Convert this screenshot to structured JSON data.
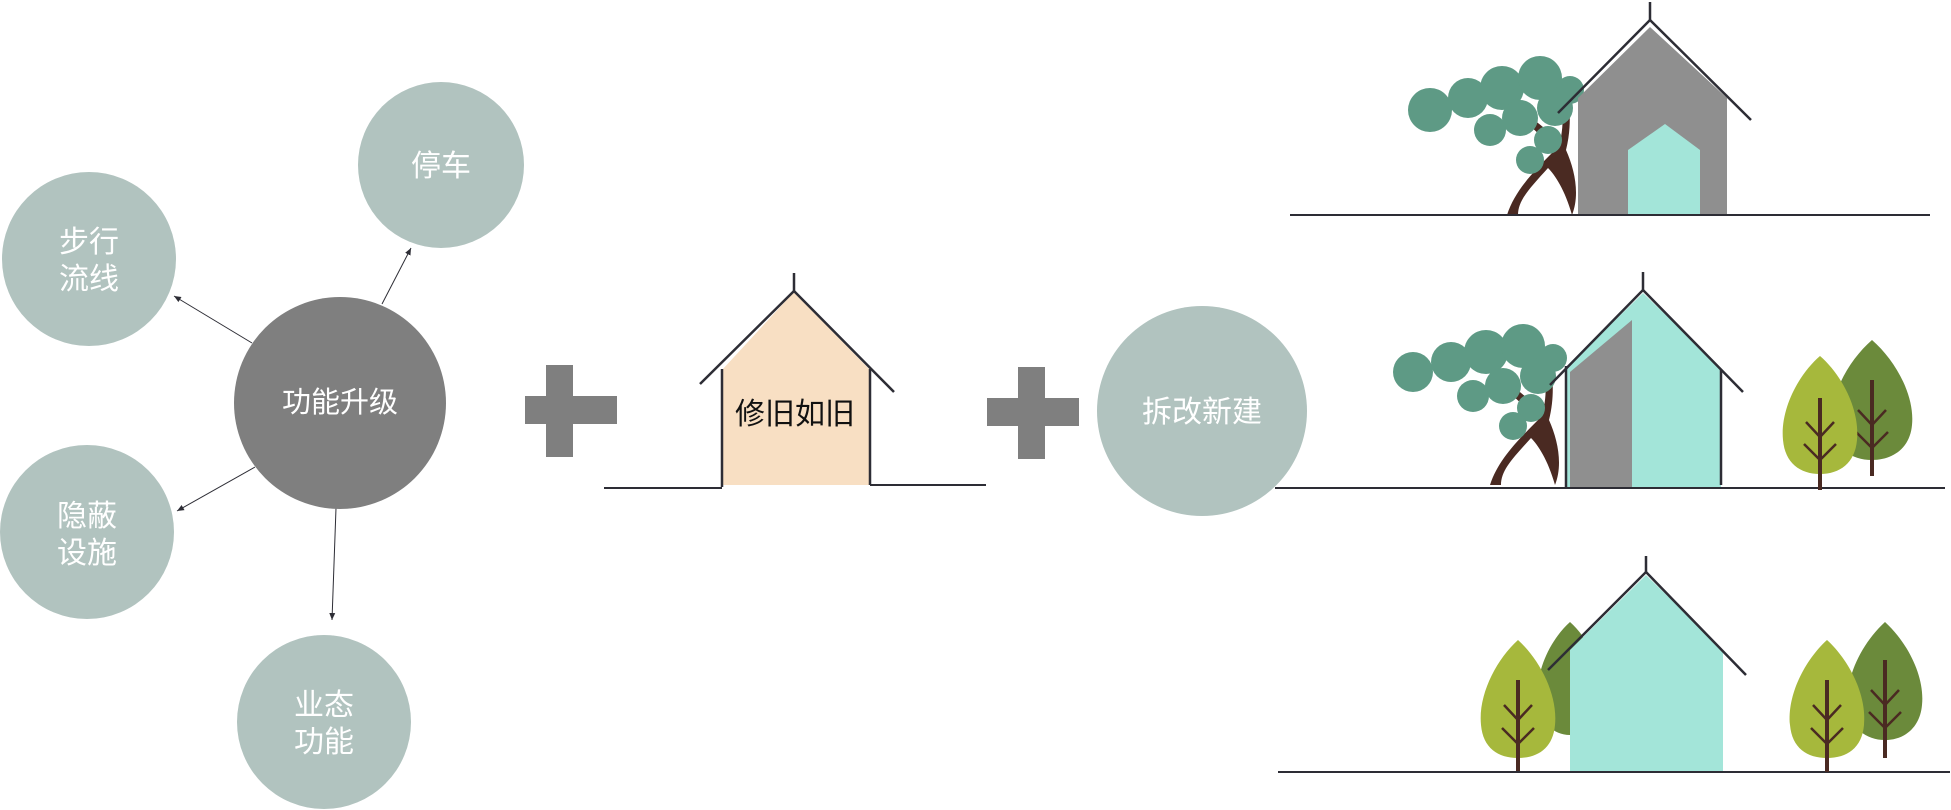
{
  "diagram": {
    "center_node": {
      "label": "功能升级"
    },
    "function_nodes": [
      {
        "lines": [
          "停车"
        ]
      },
      {
        "lines": [
          "步行",
          "流线"
        ]
      },
      {
        "lines": [
          "隐蔽",
          "设施"
        ]
      },
      {
        "lines": [
          "业态",
          "功能"
        ]
      }
    ],
    "renovate_label": "修旧如旧",
    "rebuild_label": "拆改新建",
    "colors": {
      "node_fill": "#b1c3bf",
      "center_fill": "#7f7f7f",
      "plus_fill": "#7f7f7f",
      "old_house_fill": "#f8dfc3",
      "new_fill": "#a3e5d9",
      "gray_fill": "#8f8f8f",
      "line": "#2d2d35",
      "tree_light": "#a6b83c",
      "tree_dark": "#6b8a3b",
      "trunk": "#4a2a22",
      "foliage": "#5e9a85"
    },
    "icons": [
      "plus-icon",
      "house-icon",
      "tree-icon",
      "pine-tree-icon"
    ]
  }
}
